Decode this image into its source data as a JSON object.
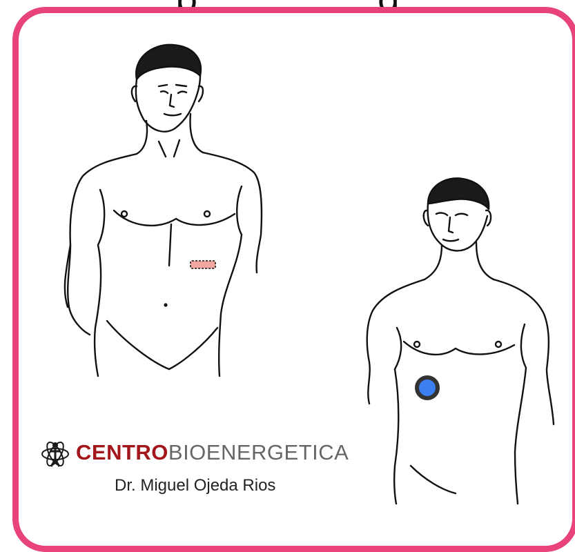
{
  "title": "... point ... g ...",
  "brand": {
    "name_bold": "CENTRO",
    "name_light": "BIOENERGETICA",
    "icon": "stylized-human-figure-icon",
    "bold_color": "#a3161b",
    "light_color": "#666666"
  },
  "author": "Dr. Miguel Ojeda Rios",
  "frame_color": "#e8437a",
  "markers": {
    "front_figure": {
      "color": "#f4a6a0",
      "style": "dashed rectangle"
    },
    "side_figure": {
      "color": "#3c7ff0",
      "outline": "#333333",
      "style": "filled circle"
    }
  }
}
